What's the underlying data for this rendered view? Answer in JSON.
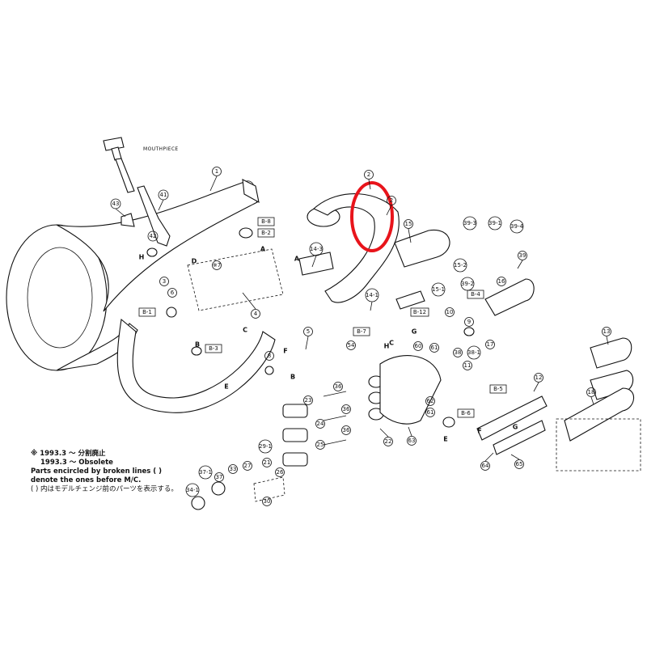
{
  "labels": {
    "mouthpiece": "MOUTHPIECE",
    "p1": "1",
    "p2a": "2",
    "p2b": "2",
    "p3": "3",
    "p4": "4",
    "p5": "5",
    "p6": "6",
    "p7": "※7",
    "p8": "8",
    "p9": "9",
    "p10": "10",
    "p11": "11",
    "p12": "12",
    "p13": "13",
    "p14_1": "14-1",
    "p14_3": "14-3",
    "p15": "15",
    "p15_1": "15-1",
    "p15_2": "15-2",
    "p16": "16",
    "p17": "17",
    "p18": "18",
    "p21": "21",
    "p22": "22",
    "p23": "23",
    "p24": "24",
    "p25": "25",
    "p26": "26",
    "p27": "27",
    "p29_1": "29-1",
    "p30": "30",
    "p33": "33",
    "p34_1": "34-1",
    "p36a": "36",
    "p36b": "36",
    "p36c": "36",
    "p37": "37",
    "p37_1": "37-1",
    "p38": "38",
    "p38_1": "38-1",
    "p39": "39",
    "p39_1": "39-1",
    "p39_2": "39-2",
    "p39_3": "39-3",
    "p39_4": "39-4",
    "p41": "41",
    "p42": "42",
    "p43": "43",
    "p54": "54",
    "p60": "60",
    "p61a": "61",
    "p61b": "61",
    "p62": "62",
    "p63": "63",
    "p64": "64",
    "p65": "65",
    "b1": "B-1",
    "b2": "B-2",
    "b3": "B-3",
    "b4": "B-4",
    "b5": "B-5",
    "b6": "B-6",
    "b7": "B-7",
    "b8": "B-8",
    "b12": "B-12",
    "lA1": "A",
    "lA2": "A",
    "lB": "B",
    "lB2": "B",
    "lC": "C",
    "lC2": "C",
    "lD": "D",
    "lE": "E",
    "lE2": "E",
    "lF": "F",
    "lF2": "F",
    "lG": "G",
    "lG2": "G",
    "lH": "H",
    "lH2": "H"
  },
  "notes": {
    "line1": "※  1993.3 ～ 分割廃止",
    "line2": "1993.3 ～ Obsolete",
    "line3": "Parts encircled by broken lines (       )",
    "line4": "denote the ones before M/C.",
    "line5": "(        ) 内はモデルチェンジ前のパーツを表示する。"
  },
  "highlight_color": "#e8141b"
}
